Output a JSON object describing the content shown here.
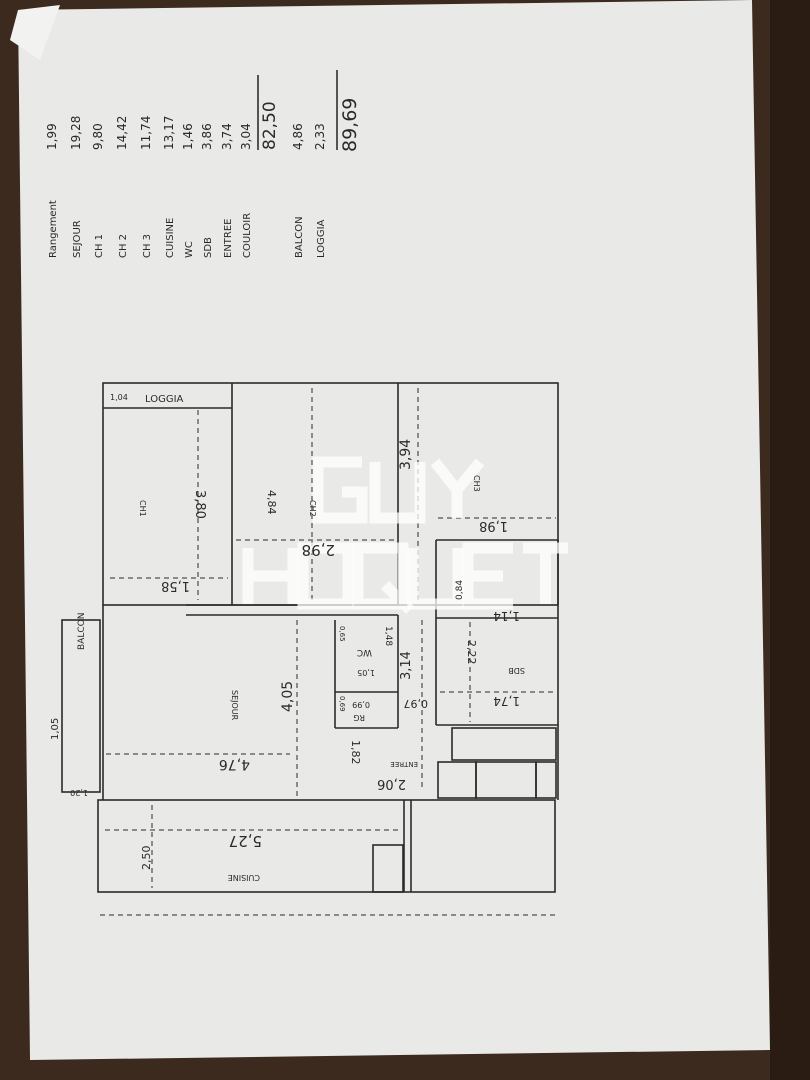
{
  "summary": {
    "rows": [
      {
        "label": "Rangement",
        "value": "1,99"
      },
      {
        "label": "SEJOUR",
        "value": "19,28"
      },
      {
        "label": "CH 1",
        "value": "9,80"
      },
      {
        "label": "CH 2",
        "value": "14,42"
      },
      {
        "label": "CH 3",
        "value": "11,74"
      },
      {
        "label": "CUISINE",
        "value": "13,17"
      },
      {
        "label": "WC",
        "value": "1,46"
      },
      {
        "label": "SDB",
        "value": "3,86"
      },
      {
        "label": "ENTREE",
        "value": "3,74"
      },
      {
        "label": "COULOIR",
        "value": "3,04"
      }
    ],
    "subtotal": "82,50",
    "extras": [
      {
        "label": "BALCON",
        "value": "4,86"
      },
      {
        "label": "LOGGIA",
        "value": "2,33"
      }
    ],
    "total": "89,69"
  },
  "plan": {
    "rooms": {
      "loggia": "LOGGIA",
      "ch1": "CH1",
      "ch2": "CH2",
      "ch3": "CH3",
      "sdb": "SDB",
      "sejour": "SEJOUR",
      "balcon": "BALCON",
      "cuisine": "CUISINE",
      "entree": "ENTREE",
      "wc": "WC",
      "rg": "RG"
    },
    "dimensions": {
      "loggia_depth": "1,04",
      "ch1_length": "3,80",
      "ch1_width": "1,58",
      "ch2_length": "4,84",
      "ch2_width": "2,98",
      "ch3_length": "3,94",
      "ch3_width": "1,98",
      "couloir_a": "0,84",
      "couloir_b": "1,14",
      "sdb_length": "2,22",
      "sdb_width": "1,74",
      "couloir_length": "3,14",
      "couloir_width": "0,97",
      "wc_length": "1,48",
      "wc_width": "1,05",
      "wc_extra": "0,65",
      "rg_width": "0,99",
      "rg_depth": "0,69",
      "sejour_length": "4,05",
      "sejour_width": "4,76",
      "balcon_length": "1,05",
      "balcon_width": "1,20",
      "cuisine_length": "5,27",
      "cuisine_width": "2,50",
      "entree_length": "2,06",
      "entree_width": "1,82"
    }
  },
  "watermark": "GUY HOQUET",
  "colors": {
    "paper": "#e9e9e7",
    "ink": "#2b2b2b",
    "table": "#3b2a1d"
  }
}
